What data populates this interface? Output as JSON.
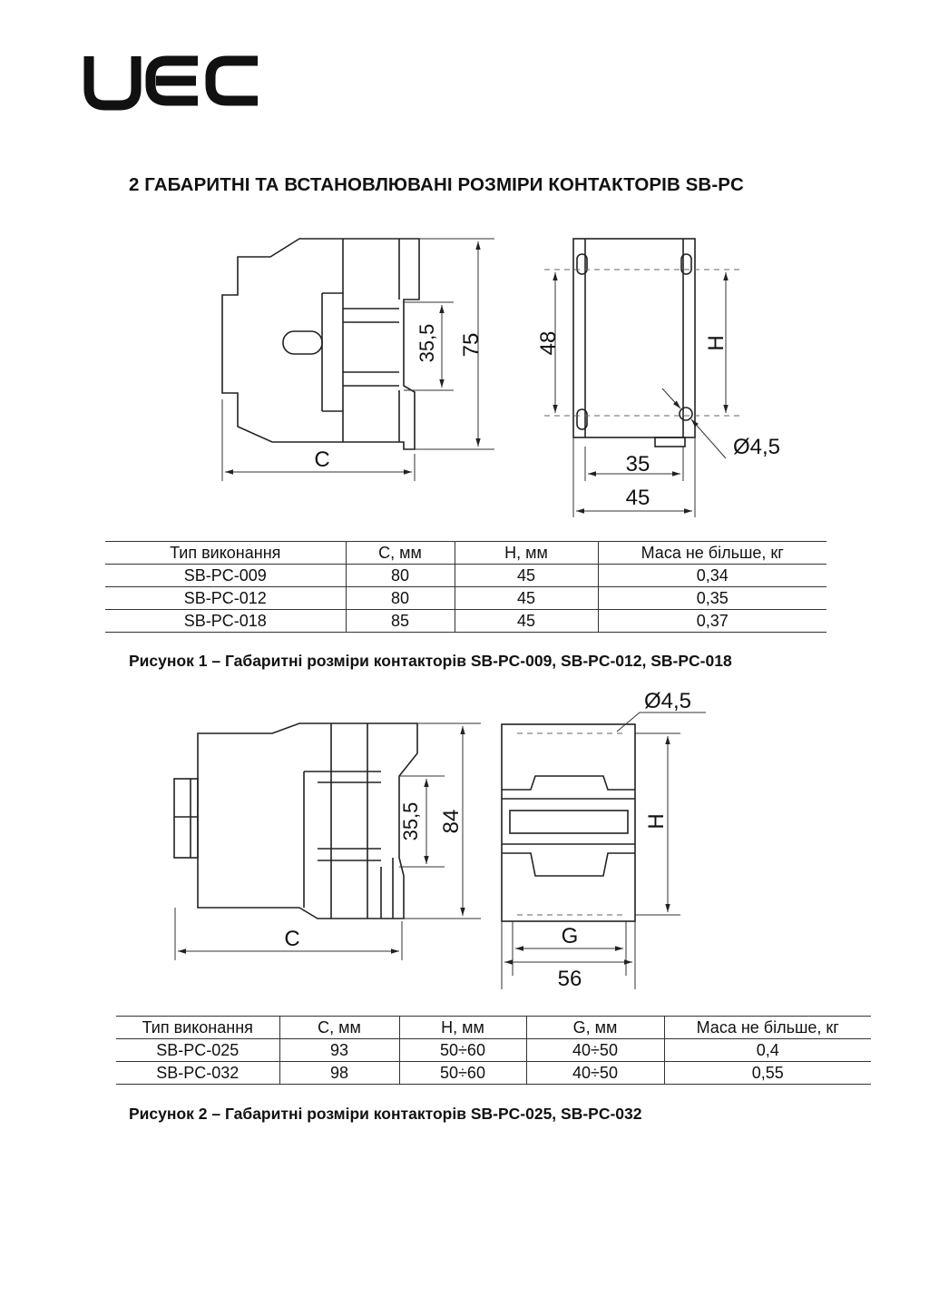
{
  "logo": {
    "text": "UEC"
  },
  "heading": "2   ГАБАРИТНІ ТА ВСТАНОВЛЮВАНІ РОЗМІРИ КОНТАКТОРІВ SB-PC",
  "figure1": {
    "dims": {
      "c": "C",
      "h75": "75",
      "h355": "35,5",
      "h48": "48",
      "h": "H",
      "dia": "Ø4,5",
      "w35": "35",
      "w45": "45"
    },
    "table": {
      "headers": [
        "Тип виконання",
        "C, мм",
        "H, мм",
        "Маса не більше, кг"
      ],
      "rows": [
        [
          "SB-PC-009",
          "80",
          "45",
          "0,34"
        ],
        [
          "SB-PC-012",
          "80",
          "45",
          "0,35"
        ],
        [
          "SB-PC-018",
          "85",
          "45",
          "0,37"
        ]
      ]
    },
    "caption": "Рисунок 1 – Габаритні розміри контакторів SB-PC-009, SB-PC-012, SB-PC-018"
  },
  "figure2": {
    "dims": {
      "c": "C",
      "h84": "84",
      "h355": "35,5",
      "h": "H",
      "dia": "Ø4,5",
      "g": "G",
      "w56": "56"
    },
    "table": {
      "headers": [
        "Тип виконання",
        "C, мм",
        "H, мм",
        "G, мм",
        "Маса не більше, кг"
      ],
      "rows": [
        [
          "SB-PC-025",
          "93",
          "50÷60",
          "40÷50",
          "0,4"
        ],
        [
          "SB-PC-032",
          "98",
          "50÷60",
          "40÷50",
          "0,55"
        ]
      ]
    },
    "caption": "Рисунок 2 – Габаритні розміри контакторів SB-PC-025, SB-PC-032"
  }
}
